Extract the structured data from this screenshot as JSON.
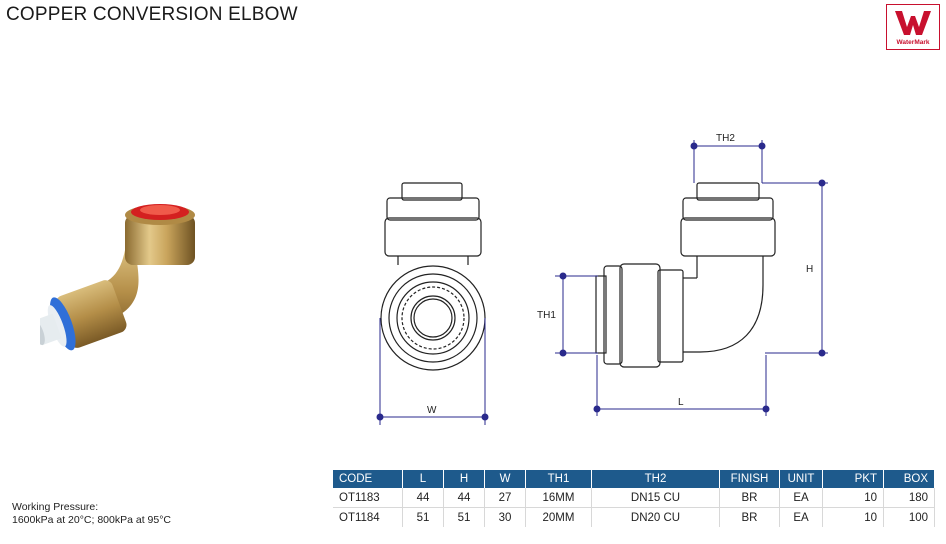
{
  "title": "COPPER CONVERSION ELBOW",
  "logo": {
    "text": "WaterMark"
  },
  "dimensions": {
    "th2": "TH2",
    "h": "H",
    "th1": "TH1",
    "w": "W",
    "l": "L"
  },
  "pressure": {
    "label": "Working Pressure:",
    "value": "1600kPa at 20°C; 800kPa at 95°C"
  },
  "table": {
    "headers": [
      "CODE",
      "L",
      "H",
      "W",
      "TH1",
      "TH2",
      "FINISH",
      "UNIT",
      "PKT",
      "BOX"
    ],
    "rows": [
      [
        "OT1183",
        "44",
        "44",
        "27",
        "16MM",
        "DN15 CU",
        "BR",
        "EA",
        "10",
        "180"
      ],
      [
        "OT1184",
        "51",
        "51",
        "30",
        "20MM",
        "DN20 CU",
        "BR",
        "EA",
        "10",
        "100"
      ]
    ]
  },
  "colors": {
    "header_bg": "#1e5a8c",
    "dimension_line": "#2a2a8c",
    "brand_red": "#c8102e"
  }
}
